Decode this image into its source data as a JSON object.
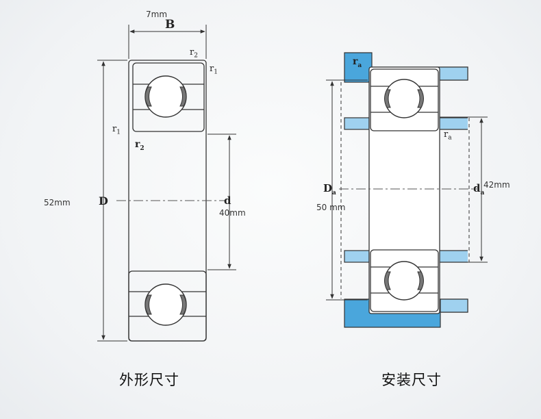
{
  "left_figure": {
    "caption": "外形尺寸",
    "B_label": "B",
    "B_value": "7mm",
    "D_label": "D",
    "D_value": "52mm",
    "d_label": "d",
    "d_value": "40mm",
    "r1_label": "r",
    "r1_sub": "1",
    "r2_label": "r",
    "r2_sub": "2"
  },
  "right_figure": {
    "caption": "安装尺寸",
    "Da_label": "D",
    "Da_sub": "a",
    "Da_value": "50 mm",
    "da_label": "d",
    "da_sub": "a",
    "da_value": "42mm",
    "ra_label": "r",
    "ra_sub": "a"
  },
  "colors": {
    "housing_blue": "#4aa6dc",
    "housing_light": "#9fd1ef",
    "line": "#333333"
  }
}
